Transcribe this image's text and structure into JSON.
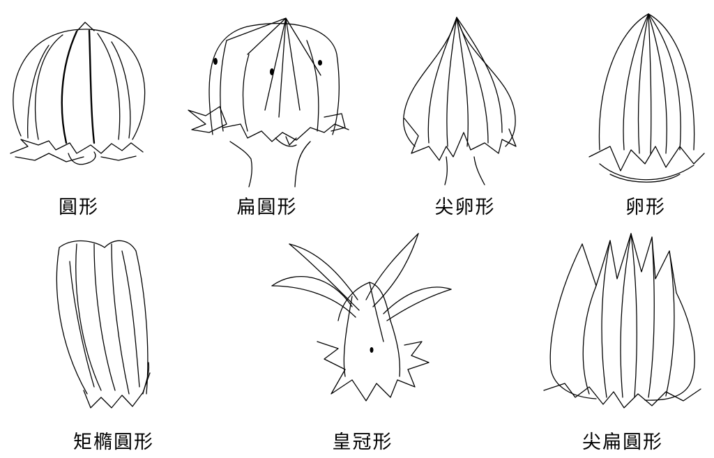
{
  "shapes": {
    "round": {
      "label": "圓形"
    },
    "flat_round": {
      "label": "扁圓形"
    },
    "pointed_ovate": {
      "label": "尖卵形"
    },
    "ovate": {
      "label": "卵形"
    },
    "oblong": {
      "label": "矩橢圓形"
    },
    "crown": {
      "label": "皇冠形"
    },
    "pointed_flat_round": {
      "label": "尖扁圓形"
    }
  }
}
